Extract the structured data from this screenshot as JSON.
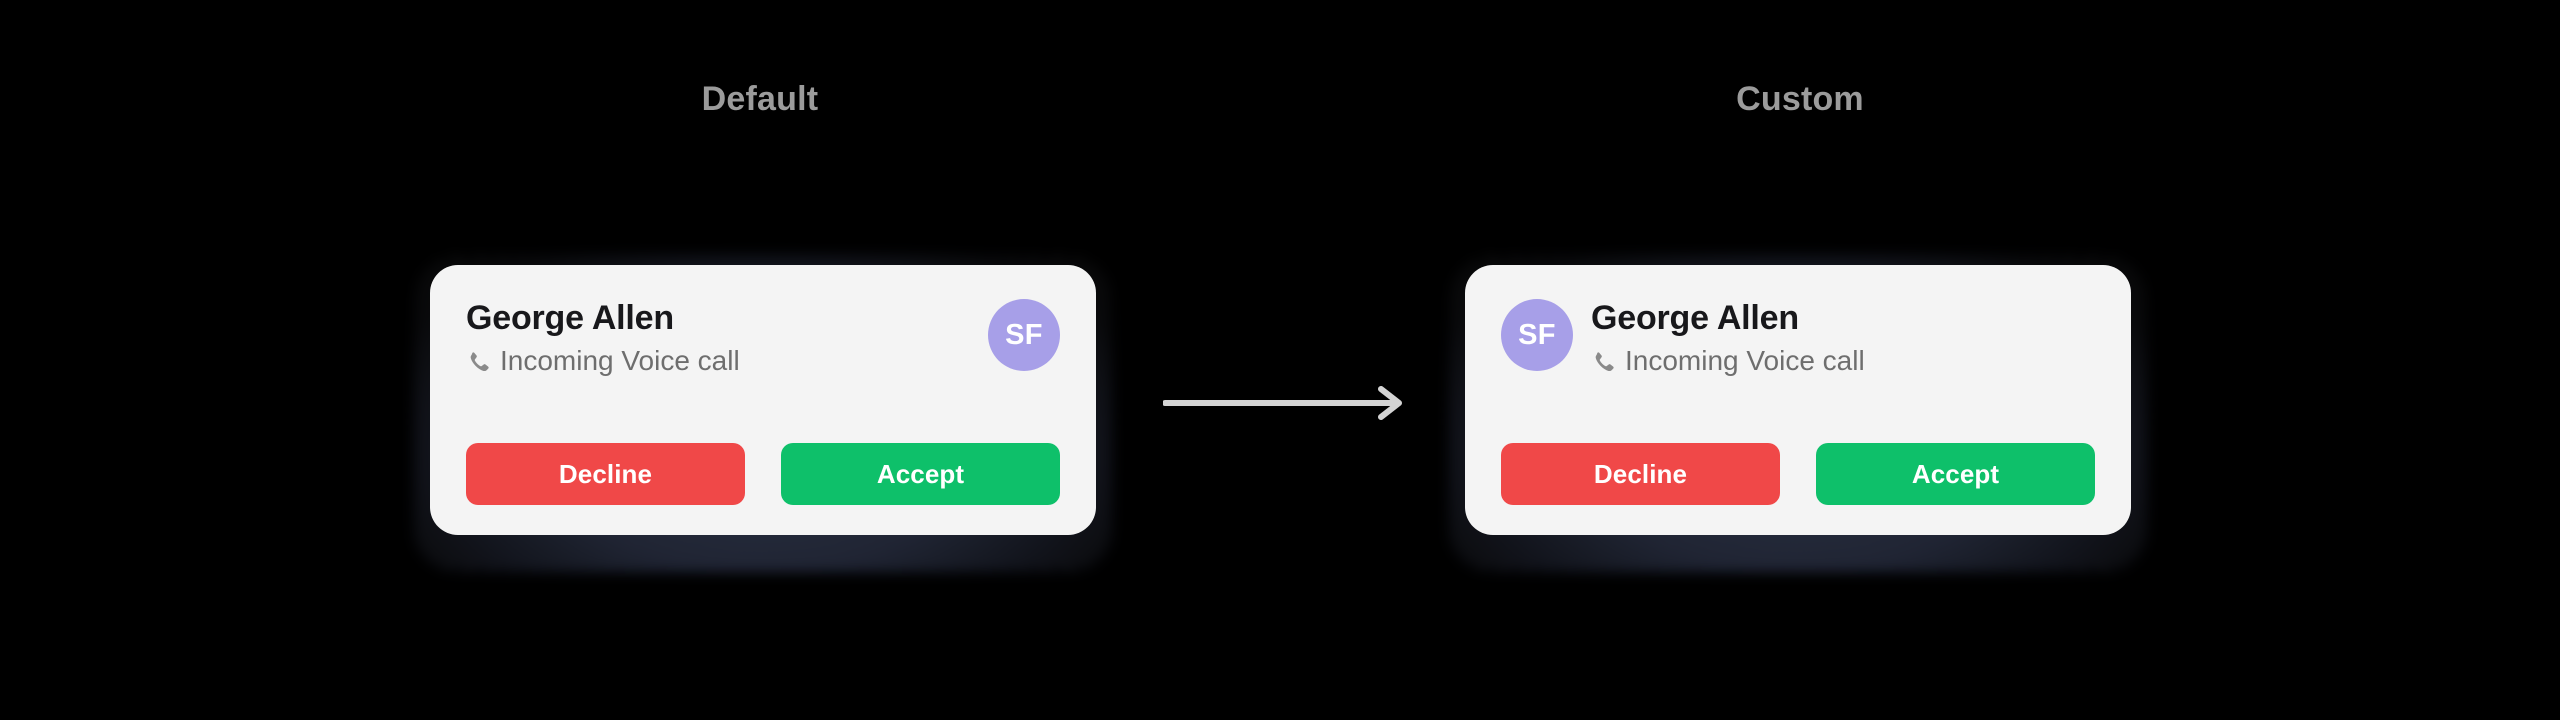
{
  "background_color": "#000000",
  "columns": [
    {
      "id": "default",
      "label": "Default",
      "avatar_position": "right"
    },
    {
      "id": "custom",
      "label": "Custom",
      "avatar_position": "left"
    }
  ],
  "card": {
    "background_color": "#f4f4f4",
    "caller_name": "George Allen",
    "call_status": "Incoming Voice call",
    "call_status_icon": "phone-icon",
    "avatar": {
      "initials": "SF",
      "background_color": "#a79fe8",
      "text_color": "#ffffff"
    },
    "buttons": {
      "decline": {
        "label": "Decline",
        "color": "#f04848"
      },
      "accept": {
        "label": "Accept",
        "color": "#0ec06a"
      }
    }
  },
  "arrow": {
    "icon": "arrow-right-icon",
    "color": "#d4d4d4",
    "direction": "right"
  },
  "labels": {
    "heading_color": "#9b9b9b"
  }
}
